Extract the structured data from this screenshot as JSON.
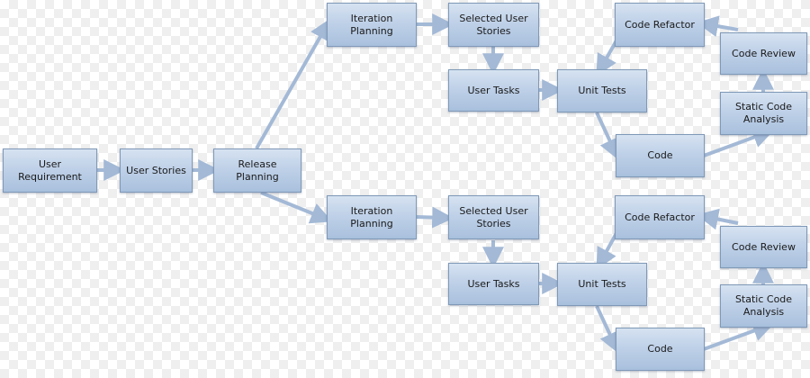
{
  "diagram": {
    "nodes": {
      "user_requirement": "User Requirement",
      "user_stories": "User Stories",
      "release_planning": "Release Planning",
      "upper": {
        "iteration_planning": "Iteration\nPlanning",
        "selected_user_stories": "Selected User\nStories",
        "user_tasks": "User Tasks",
        "unit_tests": "Unit Tests",
        "code_refactor": "Code Refactor",
        "code_review": "Code Review",
        "static_code_analysis": "Static Code\nAnalysis",
        "code": "Code"
      },
      "lower": {
        "iteration_planning": "Iteration\nPlanning",
        "selected_user_stories": "Selected User\nStories",
        "user_tasks": "User Tasks",
        "unit_tests": "Unit Tests",
        "code_refactor": "Code Refactor",
        "code_review": "Code Review",
        "static_code_analysis": "Static Code\nAnalysis",
        "code": "Code"
      }
    }
  }
}
